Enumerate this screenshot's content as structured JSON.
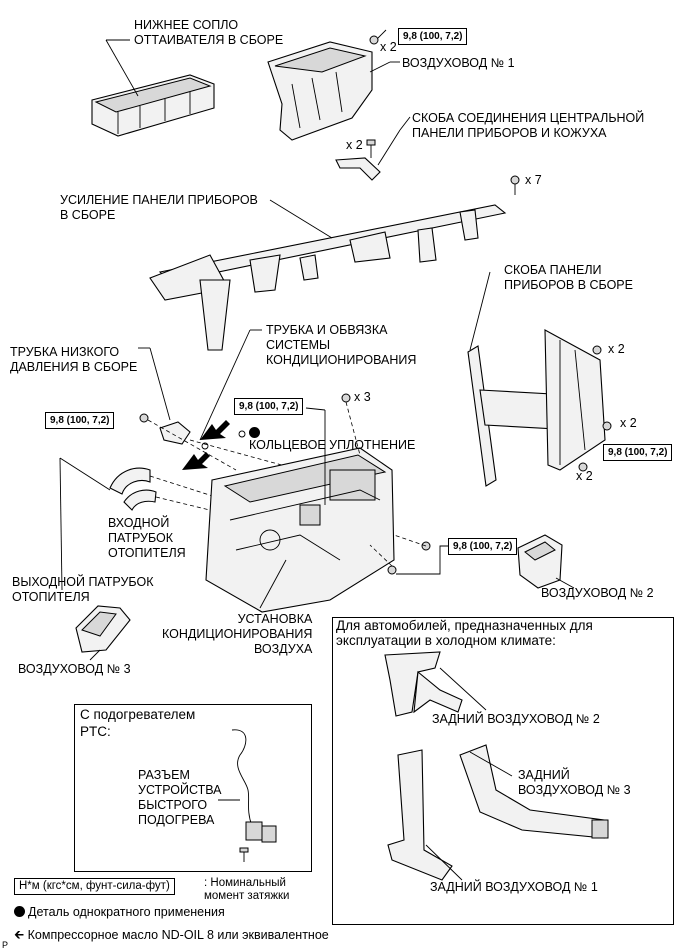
{
  "labels": {
    "lower_defroster_nozzle": [
      "НИЖНЕЕ СОПЛО",
      "ОТТАИВАТЕЛЯ В СБОРЕ"
    ],
    "air_duct_1": [
      "ВОЗДУХОВОД № 1"
    ],
    "center_bracket": [
      "СКОБА СОЕДИНЕНИЯ ЦЕНТРАЛЬНОЙ",
      "ПАНЕЛИ ПРИБОРОВ И КОЖУХА"
    ],
    "reinforcement": [
      "УСИЛЕНИЕ ПАНЕЛИ ПРИБОРОВ",
      "В СБОРЕ"
    ],
    "panel_bracket": [
      "СКОБА ПАНЕЛИ",
      "ПРИБОРОВ В СБОРЕ"
    ],
    "ac_tube": [
      "ТРУБКА И ОБВЯЗКА",
      "СИСТЕМЫ",
      "КОНДИЦИОНИРОВАНИЯ"
    ],
    "low_pressure_tube": [
      "ТРУБКА НИЗКОГО",
      "ДАВЛЕНИЯ В СБОРЕ"
    ],
    "o_ring": "КОЛЬЦЕВОЕ УПЛОТНЕНИЕ",
    "heater_inlet": [
      "ВХОДНОЙ",
      "ПАТРУБОК",
      "ОТОПИТЕЛЯ"
    ],
    "heater_outlet": [
      "ВЫХОДНОЙ ПАТРУБОК",
      "ОТОПИТЕЛЯ"
    ],
    "ac_unit": [
      "УСТАНОВКА",
      "КОНДИЦИОНИРОВАНИЯ",
      "ВОЗДУХА"
    ],
    "air_duct_2": [
      "ВОЗДУХОВОД № 2"
    ],
    "air_duct_3": [
      "ВОЗДУХОВОД № 3"
    ],
    "ptc_heading": [
      "С подогревателем",
      "PTC:"
    ],
    "quick_heater_connector": [
      "РАЗЪЕМ",
      "УСТРОЙСТВА",
      "БЫСТРОГО",
      "ПОДОГРЕВА"
    ],
    "cold_heading": [
      "Для автомобилей, предназначенных для",
      "эксплуатации в холодном климате:"
    ],
    "rear_duct_2": [
      "ЗАДНИЙ ВОЗДУХОВОД № 2"
    ],
    "rear_duct_3": [
      "ЗАДНИЙ",
      "ВОЗДУХОВОД № 3"
    ],
    "rear_duct_1": [
      "ЗАДНИЙ ВОЗДУХОВОД № 1"
    ]
  },
  "torque_value": "9,8 (100, 7,2)",
  "quantities": {
    "top_x2": "x 2",
    "bracket_x2": "x 2",
    "reinf_x7": "x 7",
    "unit_x3": "x 3",
    "panel_x2_a": "x 2",
    "panel_x2_b": "x 2",
    "panel_x2_c": "x 2"
  },
  "legend": {
    "unit_box": "Н*м (кгс*см, фунт-сила-фут)",
    "unit_text": [
      ": Номинальный",
      "момент затяжки"
    ],
    "one_time": "Деталь однократного применения",
    "oil": "Компрессорное масло ND-OIL 8 или эквивалентное"
  },
  "corner_mark": "P"
}
